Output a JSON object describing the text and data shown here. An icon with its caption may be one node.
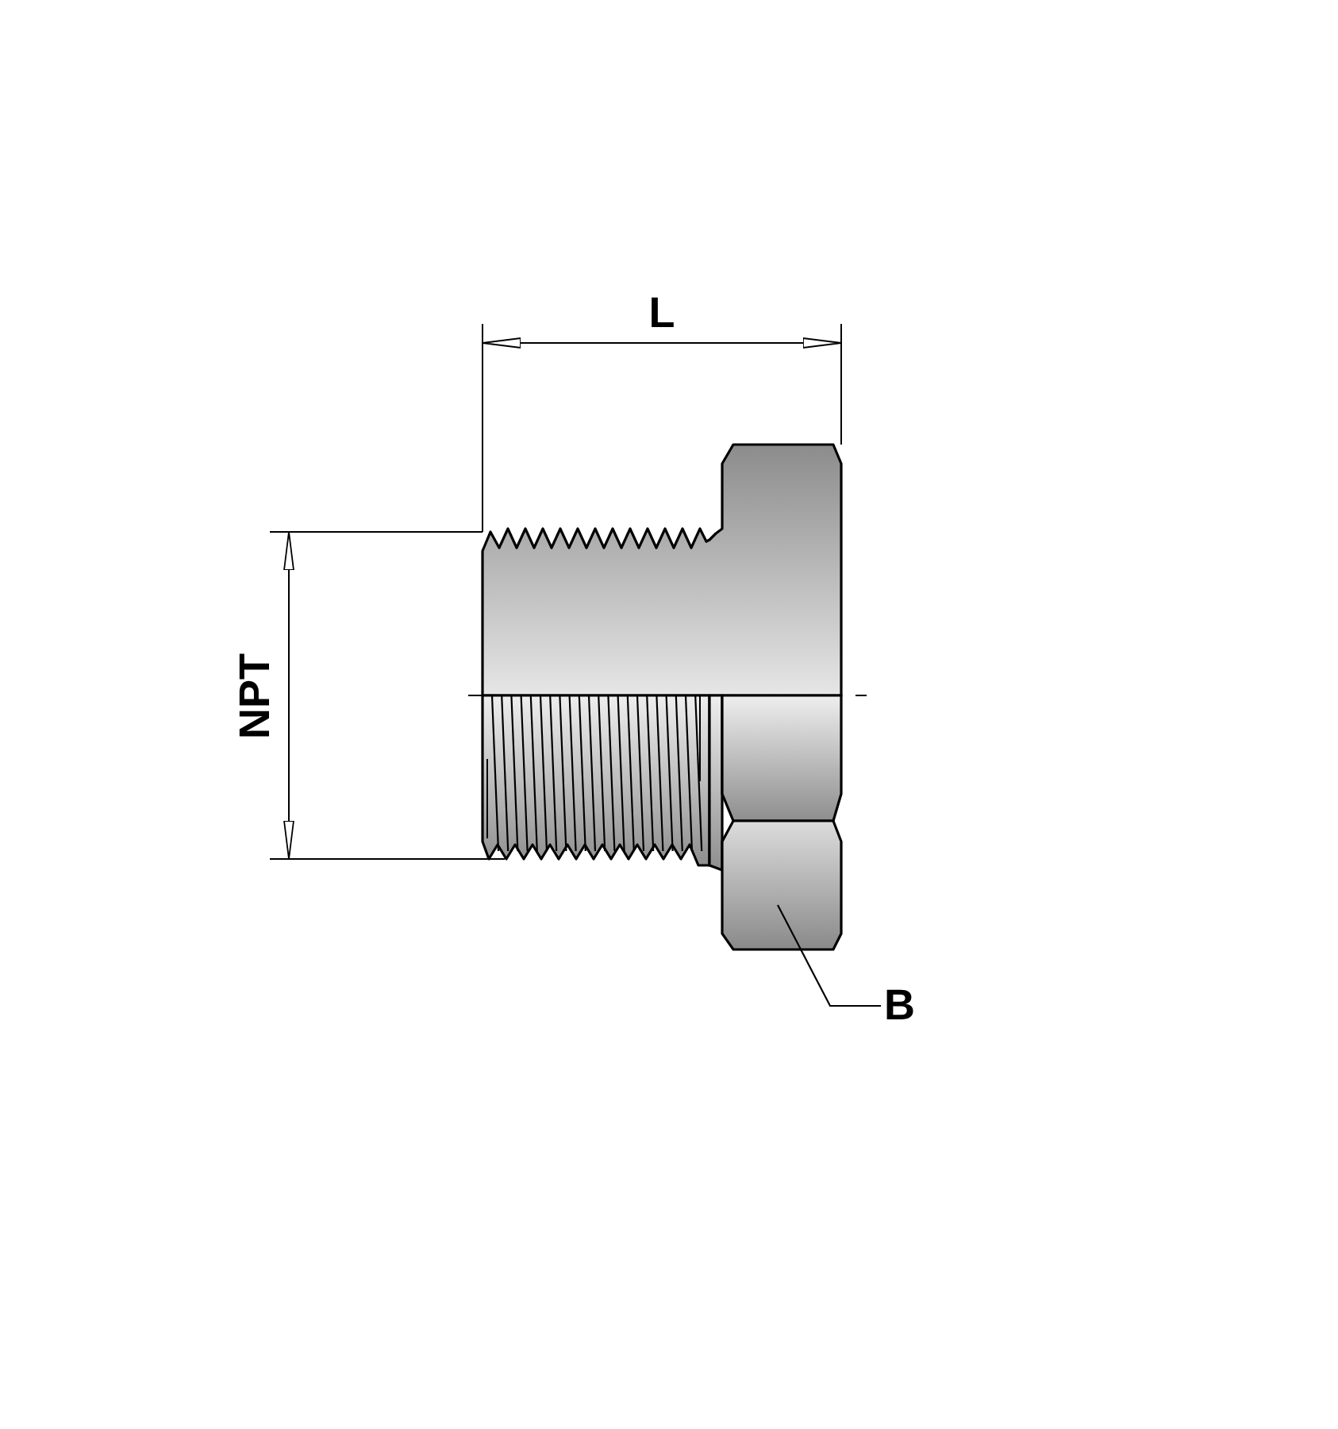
{
  "diagram": {
    "nodes": [
      {
        "text": [
          "B"
        ]
      },
      {
        "text": [],
        "shape": "picture"
      }
    ],
    "edges": [
      {
        "from": 0,
        "to": 1,
        "arrow": "none"
      }
    ],
    "labels": [
      "L",
      "NPT"
    ]
  }
}
